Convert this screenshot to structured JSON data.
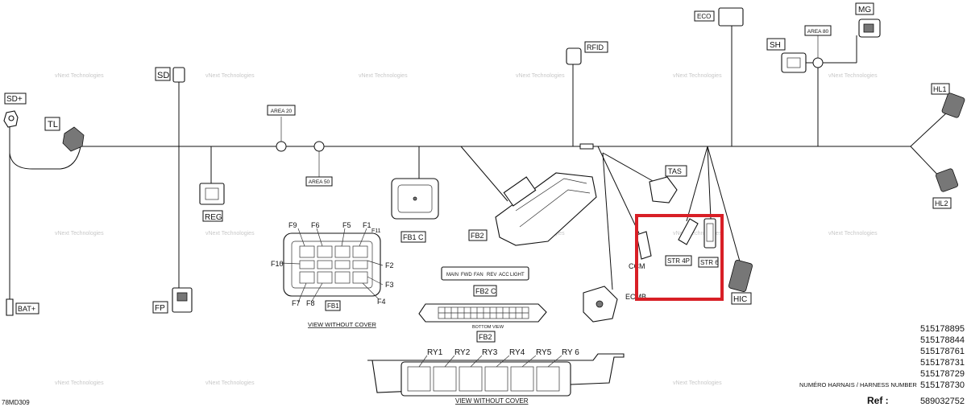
{
  "labels": {
    "sd_plus": "SD+",
    "tl": "TL",
    "sd": "SD",
    "reg": "REG",
    "fp": "FP",
    "bat_plus": "BAT+",
    "area20": "AREA 20",
    "area50": "AREA 50",
    "area80": "AREA 80",
    "rfid": "RFID",
    "eco": "ECO",
    "mg": "MG",
    "sh": "SH",
    "hl1": "HL1",
    "hl2": "HL2",
    "tas": "TAS",
    "hic": "HIC",
    "fb1c": "FB1 C",
    "fb2": "FB2",
    "fb2c": "FB2 C",
    "fb2_bottom": "FB2",
    "fb1": "FB1",
    "ccm": "CCM",
    "ecmb": "ECMB",
    "str4p": "STR 4P",
    "str6": "STR 6",
    "view_without_cover_1": "VIEW WITHOUT COVER",
    "view_without_cover_2": "VIEW WITHOUT COVER",
    "bottom_view": "BOTTOM VIEW",
    "fuse_f1": "F1",
    "fuse_f2": "F2",
    "fuse_f3": "F3",
    "fuse_f4": "F4",
    "fuse_f5": "F5",
    "fuse_f6": "F6",
    "fuse_f7": "F7",
    "fuse_f8": "F8",
    "fuse_f9": "F9",
    "fuse_f10": "F10",
    "fuse_f11": "F11",
    "ry1": "RY1",
    "ry2": "RY2",
    "ry3": "RY3",
    "ry4": "RY4",
    "ry5": "RY5",
    "ry6": "RY 6",
    "fb2c_main": "MAIN",
    "fb2c_fwd": "FWD",
    "fb2c_fan": "FAN",
    "fb2c_rev": "REV",
    "fb2c_acc": "ACC",
    "fb2c_light": "LIGHT"
  },
  "watermark": "vNext Technologies",
  "harness_numbers": [
    "515178895",
    "515178844",
    "515178761",
    "515178731",
    "515178729",
    "515178730"
  ],
  "harness_caption": "NUMÉRO HARNAIS / HARNESS NUMBER",
  "ref_label": "Ref :",
  "ref_value": "589032752",
  "drawing_code": "78MD309",
  "highlight_color": "#d81f26"
}
